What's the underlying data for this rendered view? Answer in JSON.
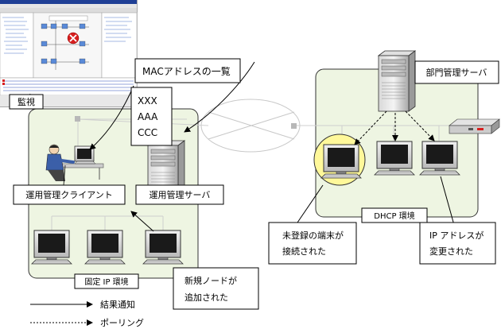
{
  "labels": {
    "mac_list_title": "MACアドレスの一覧",
    "kanshi": "監視",
    "mac_entries": [
      "XXX",
      "AAA",
      "CCC"
    ],
    "client_label": "運用管理クライアント",
    "server_label": "運用管理サーバ",
    "dept_server_label": "部門管理サーバ",
    "dhcp_env": "DHCP 環境",
    "fixed_ip_env": "固定 IP 環境",
    "unregistered_line1": "未登録の端末が",
    "unregistered_line2": "接続された",
    "ip_changed_line1": "IP アドレスが",
    "ip_changed_line2": "変更された",
    "new_node_line1": "新規ノードが",
    "new_node_line2": "追加された"
  },
  "legend": {
    "result_notify": "結果通知",
    "polling": "ポーリング"
  }
}
